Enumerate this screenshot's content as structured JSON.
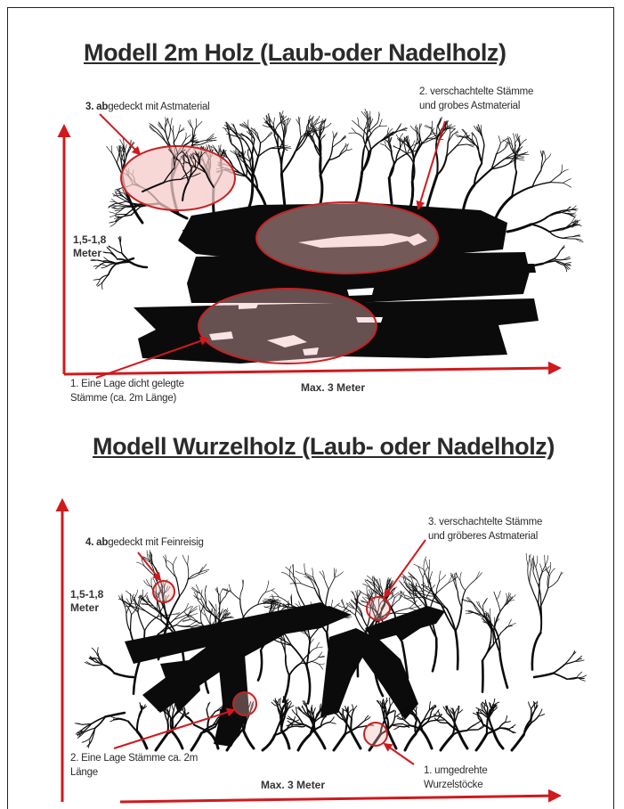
{
  "colors": {
    "arrow": "#d0191d",
    "ellipse_fill": "#f6c9c9",
    "wood": "#0b0b0b",
    "text": "#2a2a2a"
  },
  "model1": {
    "title": "Modell 2m Holz (Laub-oder Nadelholz)",
    "height_label": {
      "line1": "1,5-1,8",
      "line2": "Meter"
    },
    "width_label": "Max. 3 Meter",
    "annotations": {
      "a3": {
        "num": "3. ab",
        "text": "gedeckt mit Astmaterial"
      },
      "a2": {
        "line1": "2. verschachtelte Stämme",
        "line2": "und grobes Astmaterial"
      },
      "a1": {
        "line1": "1. Eine Lage dicht gelegte",
        "line2": "Stämme (ca. 2m Länge)"
      }
    }
  },
  "model2": {
    "title": "Modell Wurzelholz (Laub- oder Nadelholz)",
    "height_label": {
      "line1": "1,5-1,8",
      "line2": "Meter"
    },
    "width_label": "Max. 3 Meter",
    "annotations": {
      "a4": {
        "num": "4. ab",
        "text": "gedeckt mit Feinreisig"
      },
      "a3": {
        "line1": "3. verschachtelte Stämme",
        "line2": "und gröberes Astmaterial"
      },
      "a2": {
        "line1": "2. Eine Lage Stämme ca. 2m",
        "line2": "Länge"
      },
      "a1": {
        "line1": "1. umgedrehte",
        "line2": "Wurzelstöcke"
      }
    }
  }
}
